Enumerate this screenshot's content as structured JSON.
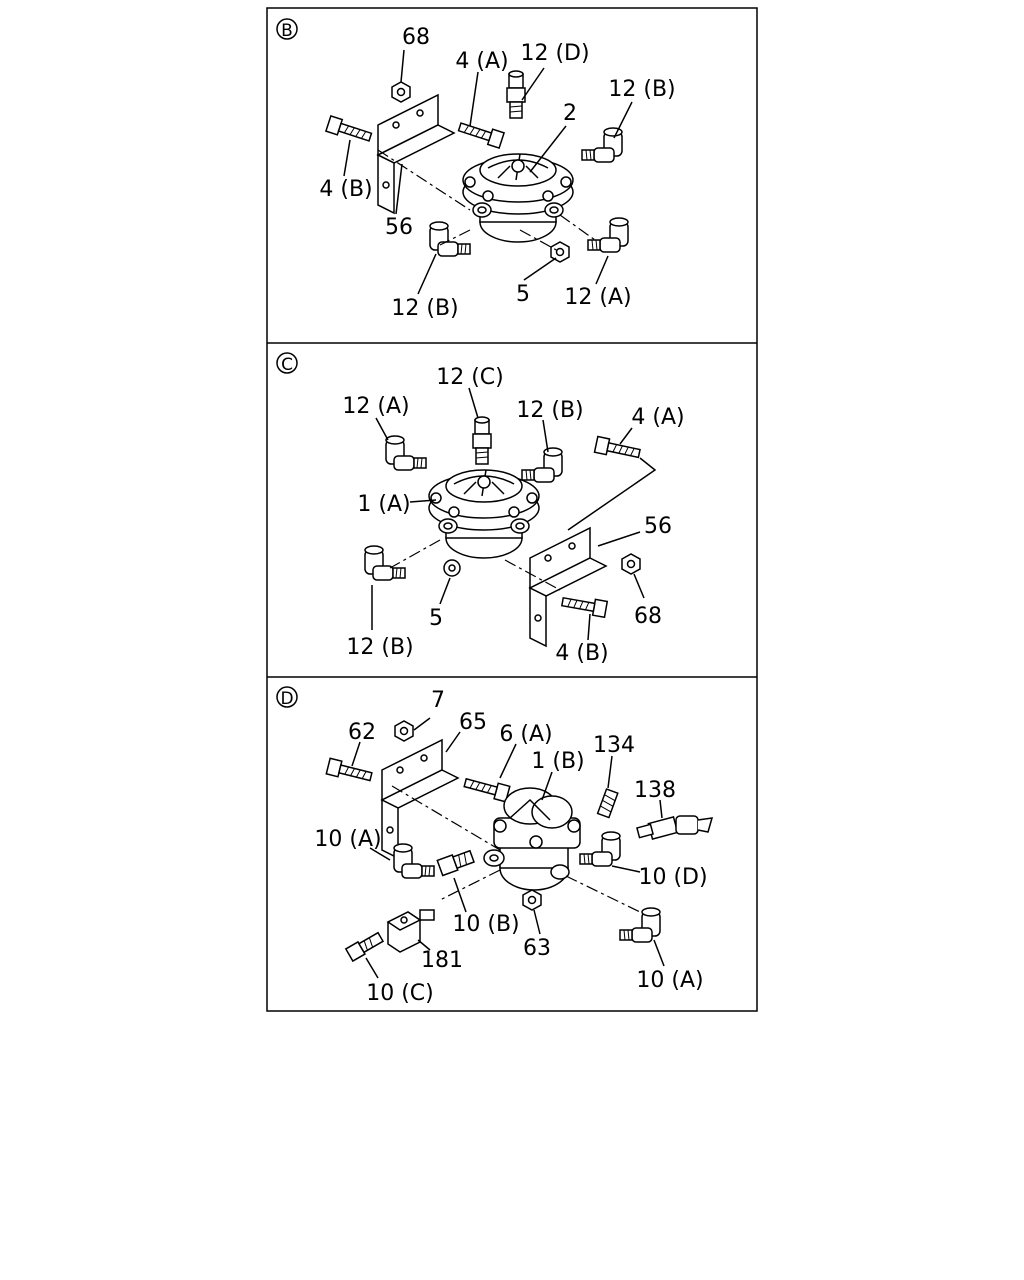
{
  "panels": [
    {
      "marker": "B",
      "labels": [
        "68",
        "4 (A)",
        "12 (D)",
        "12 (B)",
        "2",
        "4 (B)",
        "56",
        "12 (B)",
        "5",
        "12 (A)"
      ]
    },
    {
      "marker": "C",
      "labels": [
        "12 (C)",
        "12 (A)",
        "12 (B)",
        "4 (A)",
        "1 (A)",
        "56",
        "5",
        "68",
        "12 (B)",
        "4 (B)"
      ]
    },
    {
      "marker": "D",
      "labels": [
        "7",
        "65",
        "62",
        "6 (A)",
        "1 (B)",
        "134",
        "138",
        "10 (A)",
        "10 (D)",
        "10 (B)",
        "63",
        "181",
        "10 (C)",
        "10 (A)"
      ]
    }
  ]
}
